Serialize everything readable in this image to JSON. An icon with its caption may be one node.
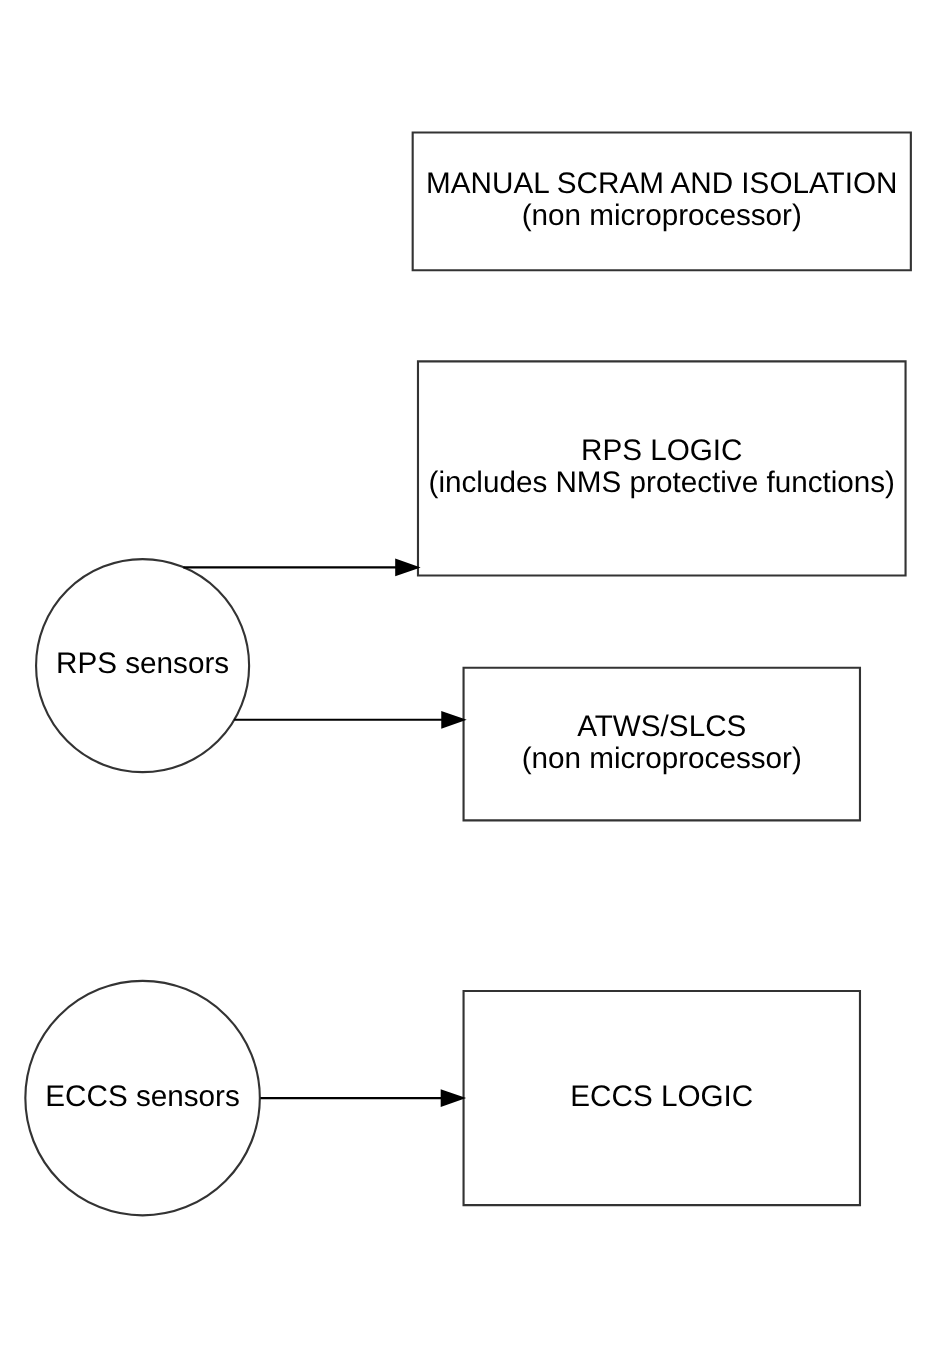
{
  "diagram": {
    "nodes": [
      {
        "text": [
          "ECCS sensors"
        ]
      },
      {
        "text": [
          "ECCS LOGIC"
        ]
      },
      {
        "text": [
          "MANUAL SCRAM AND ISOLATION",
          "(non microprocessor)"
        ]
      },
      {
        "text": [
          "RPS sensors"
        ]
      },
      {
        "text": [
          "RPS LOGIC",
          "(includes NMS protective functions)"
        ]
      },
      {
        "text": [
          "ATWS/SLCS",
          "(non microprocessor)"
        ]
      }
    ],
    "edges": [
      {
        "from": 0,
        "to": 1,
        "arrow": "to"
      },
      {
        "from": 3,
        "to": 4,
        "arrow": "to"
      },
      {
        "from": 3,
        "to": 5,
        "arrow": "to"
      }
    ]
  }
}
